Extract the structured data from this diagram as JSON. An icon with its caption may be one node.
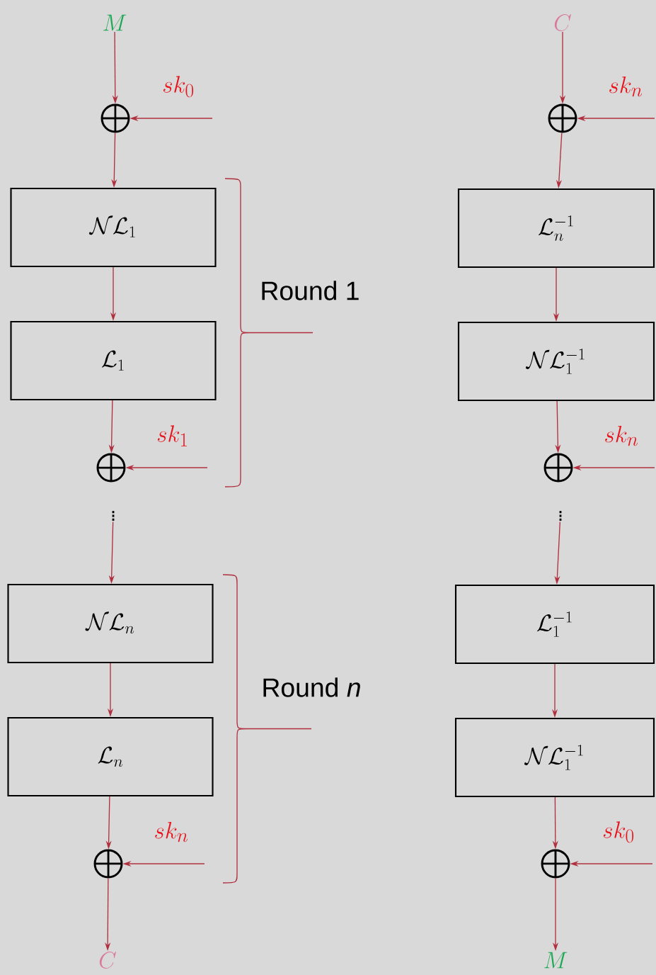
{
  "diagram": {
    "nodes": [
      {
        "text": [
          "M"
        ]
      },
      {
        "text": [],
        "shape": "circle"
      },
      {
        "text": [
          "\\mathcal{N}\\mathcal{L}_1"
        ]
      },
      {
        "text": [
          "\\mathcal{L}_1"
        ]
      },
      {
        "text": [],
        "shape": "circle"
      },
      {
        "text": [
          "\\vdots"
        ]
      },
      {
        "text": [
          "\\mathcal{N}\\mathcal{L}_n"
        ]
      },
      {
        "text": [
          "\\mathcal{L}_n"
        ]
      },
      {
        "text": [],
        "shape": "circle"
      },
      {
        "text": [
          "C"
        ]
      },
      {
        "text": [
          "C"
        ]
      },
      {
        "text": [],
        "shape": "circle"
      },
      {
        "text": [
          "\\mathcal{L}_n^{-1}"
        ]
      },
      {
        "text": [
          "\\mathcal{N}\\mathcal{L}_1^{-1}"
        ]
      },
      {
        "text": [],
        "shape": "circle"
      },
      {
        "text": [
          "\\vdots"
        ]
      },
      {
        "text": [
          "\\mathcal{L}_1^{-1}"
        ]
      },
      {
        "text": [
          "\\mathcal{N}\\mathcal{L}_1^{-1}"
        ]
      },
      {
        "text": [],
        "shape": "circle"
      },
      {
        "text": [
          "M"
        ]
      }
    ],
    "edges": [
      {
        "from": 0,
        "to": 1,
        "arrow": "to"
      },
      {
        "from": null,
        "to": 1,
        "arrow": "to",
        "label": "sk_0"
      },
      {
        "from": 1,
        "to": 2,
        "arrow": "to"
      },
      {
        "from": 2,
        "to": 3,
        "arrow": "to"
      },
      {
        "from": 3,
        "to": 4,
        "arrow": "to"
      },
      {
        "from": null,
        "to": 4,
        "arrow": "to",
        "label": "sk_1"
      },
      {
        "from": 5,
        "to": 6,
        "arrow": "to"
      },
      {
        "from": 6,
        "to": 7,
        "arrow": "to"
      },
      {
        "from": 7,
        "to": 8,
        "arrow": "to"
      },
      {
        "from": null,
        "to": 8,
        "arrow": "to",
        "label": "sk_n"
      },
      {
        "from": 8,
        "to": 9,
        "arrow": "to"
      },
      {
        "from": 10,
        "to": 11,
        "arrow": "to"
      },
      {
        "from": null,
        "to": 11,
        "arrow": "to",
        "label": "sk_n"
      },
      {
        "from": 11,
        "to": 12,
        "arrow": "to"
      },
      {
        "from": 12,
        "to": 13,
        "arrow": "to"
      },
      {
        "from": 13,
        "to": 14,
        "arrow": "to"
      },
      {
        "from": null,
        "to": 14,
        "arrow": "to",
        "label": "sk_n"
      },
      {
        "from": 15,
        "to": 16,
        "arrow": "to"
      },
      {
        "from": 16,
        "to": 17,
        "arrow": "to"
      },
      {
        "from": 17,
        "to": 18,
        "arrow": "to"
      },
      {
        "from": null,
        "to": 18,
        "arrow": "to",
        "label": "sk_0"
      },
      {
        "from": 18,
        "to": 19,
        "arrow": "to"
      }
    ],
    "labels": [
      "Round 1",
      "Round *n*"
    ]
  }
}
